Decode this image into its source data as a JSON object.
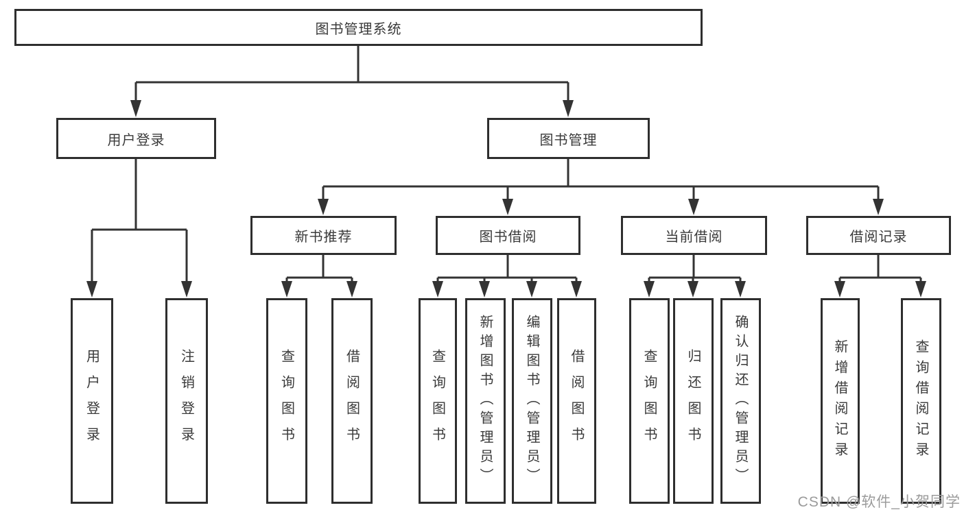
{
  "tree": {
    "label": "图书管理系统",
    "children": [
      {
        "label": "用户登录",
        "children": [
          {
            "label": "用户登录"
          },
          {
            "label": "注销登录"
          }
        ]
      },
      {
        "label": "图书管理",
        "children": [
          {
            "label": "新书推荐",
            "children": [
              {
                "label": "查询图书"
              },
              {
                "label": "借阅图书"
              }
            ]
          },
          {
            "label": "图书借阅",
            "children": [
              {
                "label": "查询图书"
              },
              {
                "label": "新增图书（管理员）"
              },
              {
                "label": "编辑图书（管理员）"
              },
              {
                "label": "借阅图书"
              }
            ]
          },
          {
            "label": "当前借阅",
            "children": [
              {
                "label": "查询图书"
              },
              {
                "label": "归还图书"
              },
              {
                "label": "确认归还（管理员）"
              }
            ]
          },
          {
            "label": "借阅记录",
            "children": [
              {
                "label": "新增借阅记录"
              },
              {
                "label": "查询借阅记录"
              }
            ]
          }
        ]
      }
    ]
  },
  "watermark": {
    "text": "CSDN @软件_小贺同学"
  },
  "colors": {
    "line": "#333333",
    "box_border": "#2e2e2e",
    "text": "#3a3a3a",
    "watermark": "#9b9b9b",
    "background": "#ffffff"
  }
}
